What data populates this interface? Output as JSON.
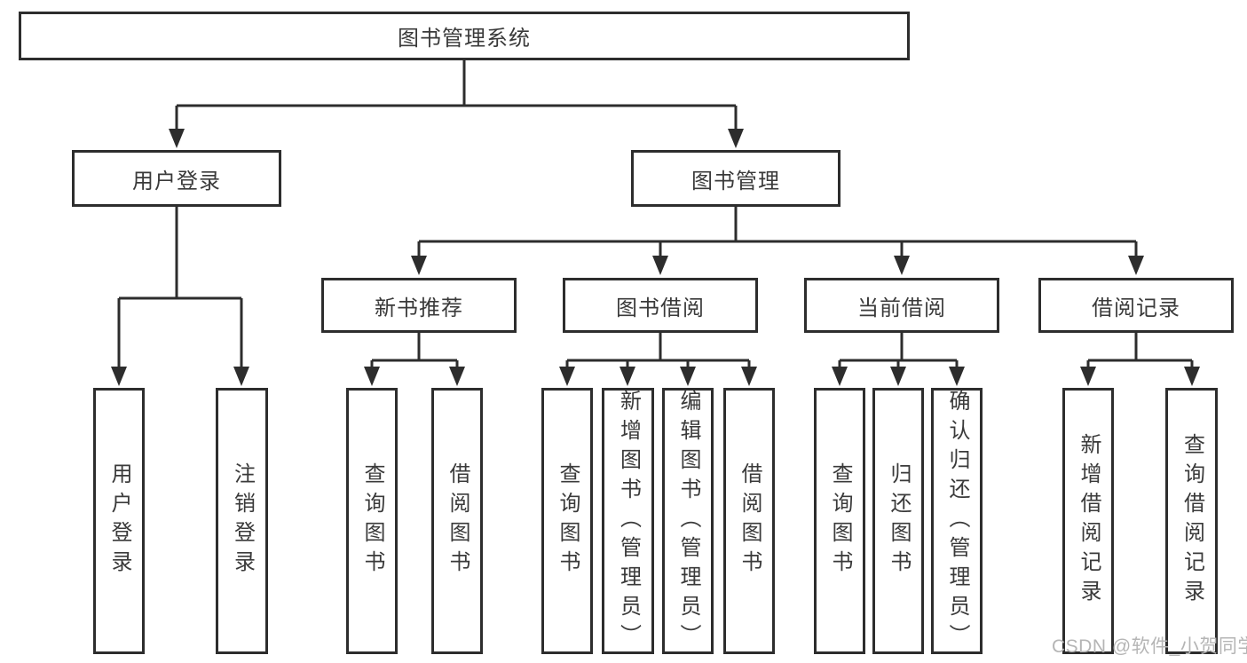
{
  "diagram": {
    "root_label": "图书管理系统",
    "level2": [
      {
        "label": "用户登录"
      },
      {
        "label": "图书管理"
      }
    ],
    "level3": [
      {
        "label": "新书推荐"
      },
      {
        "label": "图书借阅"
      },
      {
        "label": "当前借阅"
      },
      {
        "label": "借阅记录"
      }
    ],
    "leaves_user_login": [
      {
        "label": "用户登录"
      },
      {
        "label": "注销登录"
      }
    ],
    "leaves_new_book": [
      {
        "label": "查询图书"
      },
      {
        "label": "借阅图书"
      }
    ],
    "leaves_book_borrow": [
      {
        "label": "查询图书"
      },
      {
        "label": "新增图书（管理员）"
      },
      {
        "label": "编辑图书（管理员）"
      },
      {
        "label": "借阅图书"
      }
    ],
    "leaves_current_borrow": [
      {
        "label": "查询图书"
      },
      {
        "label": "归还图书"
      },
      {
        "label": "确认归还（管理员）"
      }
    ],
    "leaves_borrow_records": [
      {
        "label": "新增借阅记录"
      },
      {
        "label": "查询借阅记录"
      }
    ]
  },
  "watermark": {
    "text": "CSDN @软件_小贺同学"
  },
  "colors": {
    "line": "#2d2d2d",
    "box_border": "#2d2d2d",
    "box_fill": "#ffffff",
    "text": "#3a3a3a",
    "watermark_text": "#b5b5b5",
    "background": "#ffffff"
  }
}
